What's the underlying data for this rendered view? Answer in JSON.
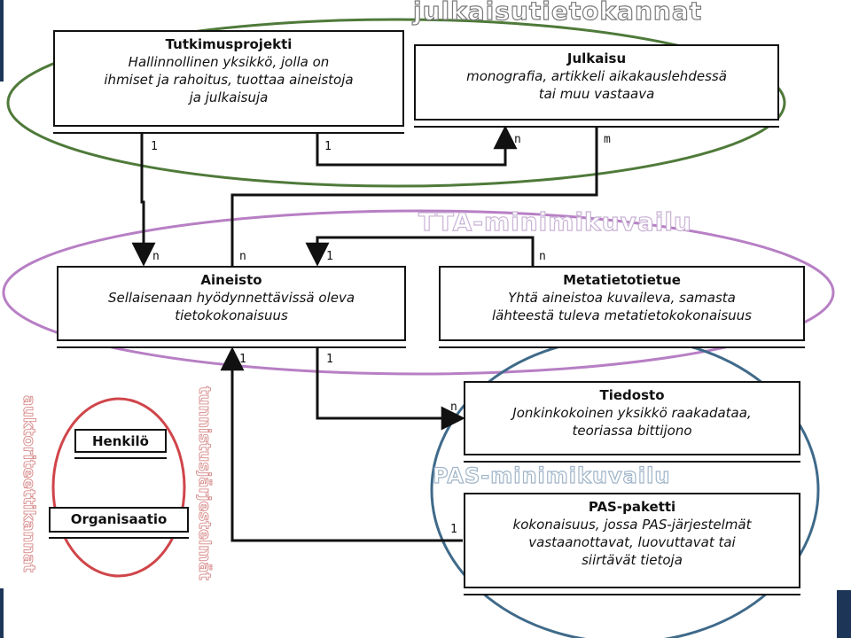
{
  "scopes": {
    "publication_db": "julkaisutietokannat",
    "tta": "TTA-minimikuvailu",
    "pas": "PAS-minimikuvailu",
    "authority_db": "auktoriteettikannat",
    "identifier_systems": "tunnistusjärjestelmät"
  },
  "entities": {
    "tutkimusprojekti": {
      "title": "Tutkimusprojekti",
      "desc": [
        "Hallinnollinen yksikkö, jolla on",
        "ihmiset ja rahoitus, tuottaa aineistoja",
        "ja julkaisuja"
      ]
    },
    "julkaisu": {
      "title": "Julkaisu",
      "desc": [
        "monografia, artikkeli aikakauslehdessä",
        "tai muu vastaava"
      ]
    },
    "aineisto": {
      "title": "Aineisto",
      "desc": [
        "Sellaisenaan hyödynnettävissä oleva",
        "tietokokonaisuus"
      ]
    },
    "metatietotietue": {
      "title": "Metatietotietue",
      "desc": [
        "Yhtä aineistoa kuvaileva, samasta",
        "lähteestä tuleva metatietokokonaisuus"
      ]
    },
    "tiedosto": {
      "title": "Tiedosto",
      "desc": [
        "Jonkinkokoinen yksikkö raakadataa,",
        "teoriassa bittijono"
      ]
    },
    "pas_paketti": {
      "title": "PAS-paketti",
      "desc": [
        "kokonaisuus, jossa PAS-järjestelmät",
        "vastaanottavat, luovuttavat tai",
        "siirtävät tietoja"
      ]
    },
    "henkilo": {
      "title": "Henkilö"
    },
    "organisaatio": {
      "title": "Organisaatio"
    }
  },
  "multiplicities": {
    "tp_aineisto_src": "1",
    "tp_aineisto_dst": "n",
    "tp_julkaisu_src": "1",
    "tp_julkaisu_dst": "n",
    "julkaisu_aineisto_src": "m",
    "julkaisu_aineisto_dst": "n",
    "meta_aineisto_src": "n",
    "meta_aineisto_dst": "1",
    "aineisto_tiedosto_src": "1",
    "aineisto_tiedosto_dst": "n",
    "pas_aineisto_src": "1",
    "pas_aineisto_dst": "1"
  },
  "colors": {
    "green_scope": "#4f7a3a",
    "purple_scope": "#b77fc4",
    "blue_scope": "#3f6a8a",
    "red_scope": "#d0454a",
    "edge_navy": "#1d3557"
  }
}
